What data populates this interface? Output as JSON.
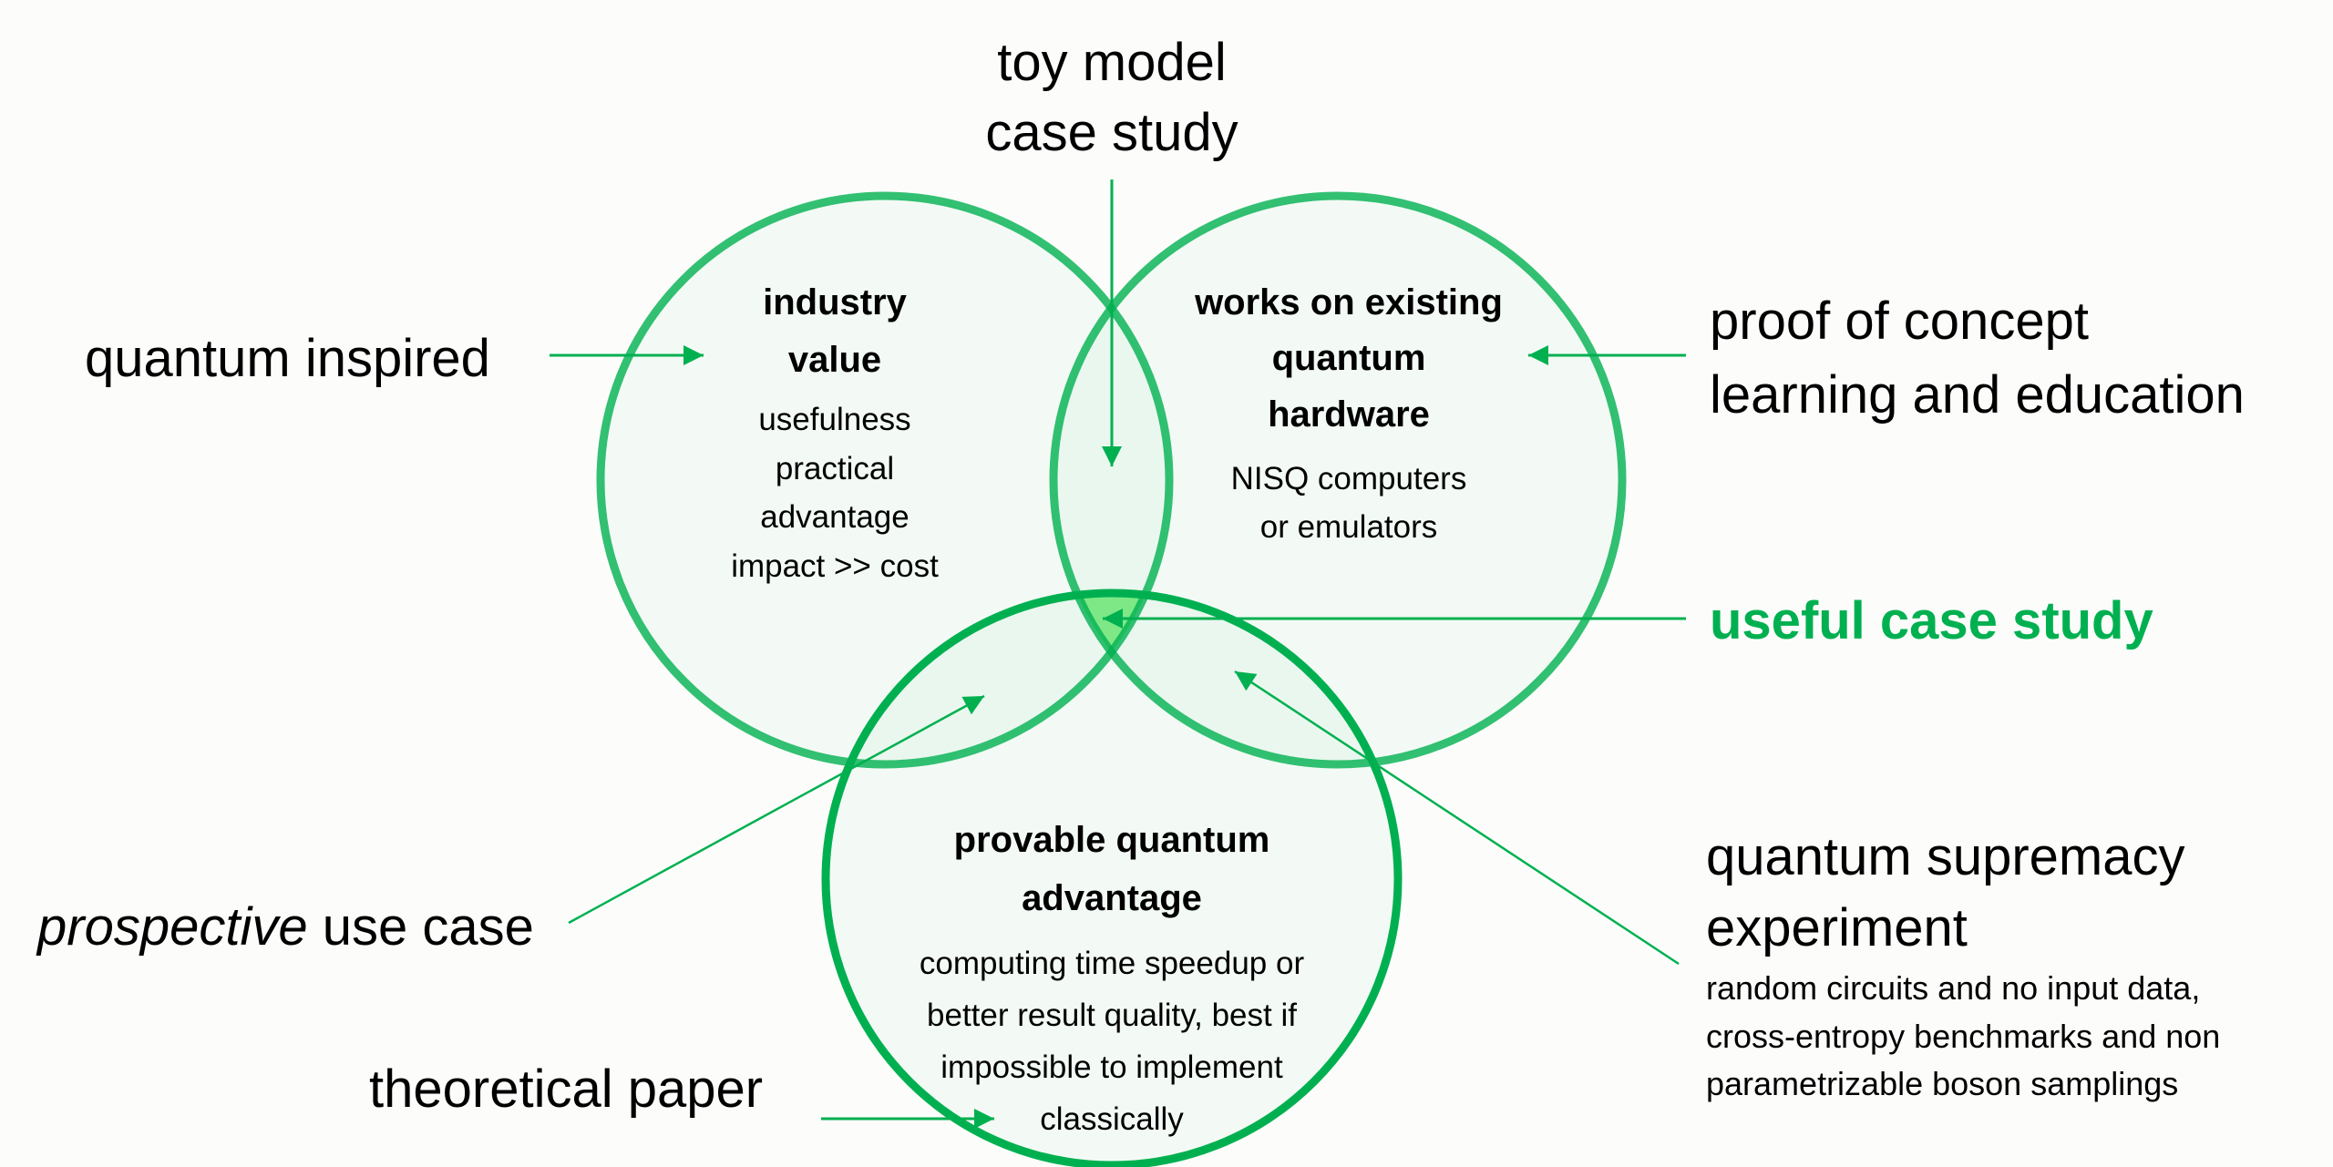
{
  "colors": {
    "stroke": "#00b050",
    "circle_fill": "#f7fbf3",
    "center_highlight": "#7ee887",
    "background": "#fcfdfb",
    "accent_text": "#00b050"
  },
  "circles": {
    "industry": {
      "title_lines": [
        "industry",
        "value"
      ],
      "body_lines": [
        "usefulness",
        "practical",
        "advantage",
        "impact >> cost"
      ]
    },
    "hardware": {
      "title_lines": [
        "works on existing",
        "quantum",
        "hardware"
      ],
      "body_lines": [
        "NISQ computers",
        "or emulators"
      ]
    },
    "advantage": {
      "title_lines": [
        "provable quantum",
        "advantage"
      ],
      "body_lines": [
        "computing time speedup or",
        "better result quality, best if",
        "impossible to implement",
        "classically"
      ]
    }
  },
  "labels": {
    "toy_model": [
      "toy model",
      "case study"
    ],
    "quantum_inspired": "quantum inspired",
    "proof_of_concept": [
      "proof of concept",
      "learning and education"
    ],
    "useful_case_study": "useful case study",
    "prospective": {
      "italic": "prospective",
      "rest": " use case"
    },
    "theoretical_paper": "theoretical paper",
    "supremacy": {
      "title_lines": [
        "quantum supremacy",
        "experiment"
      ],
      "body_lines": [
        "random circuits and no input data,",
        "cross-entropy benchmarks and non",
        "parametrizable boson samplings"
      ]
    }
  }
}
